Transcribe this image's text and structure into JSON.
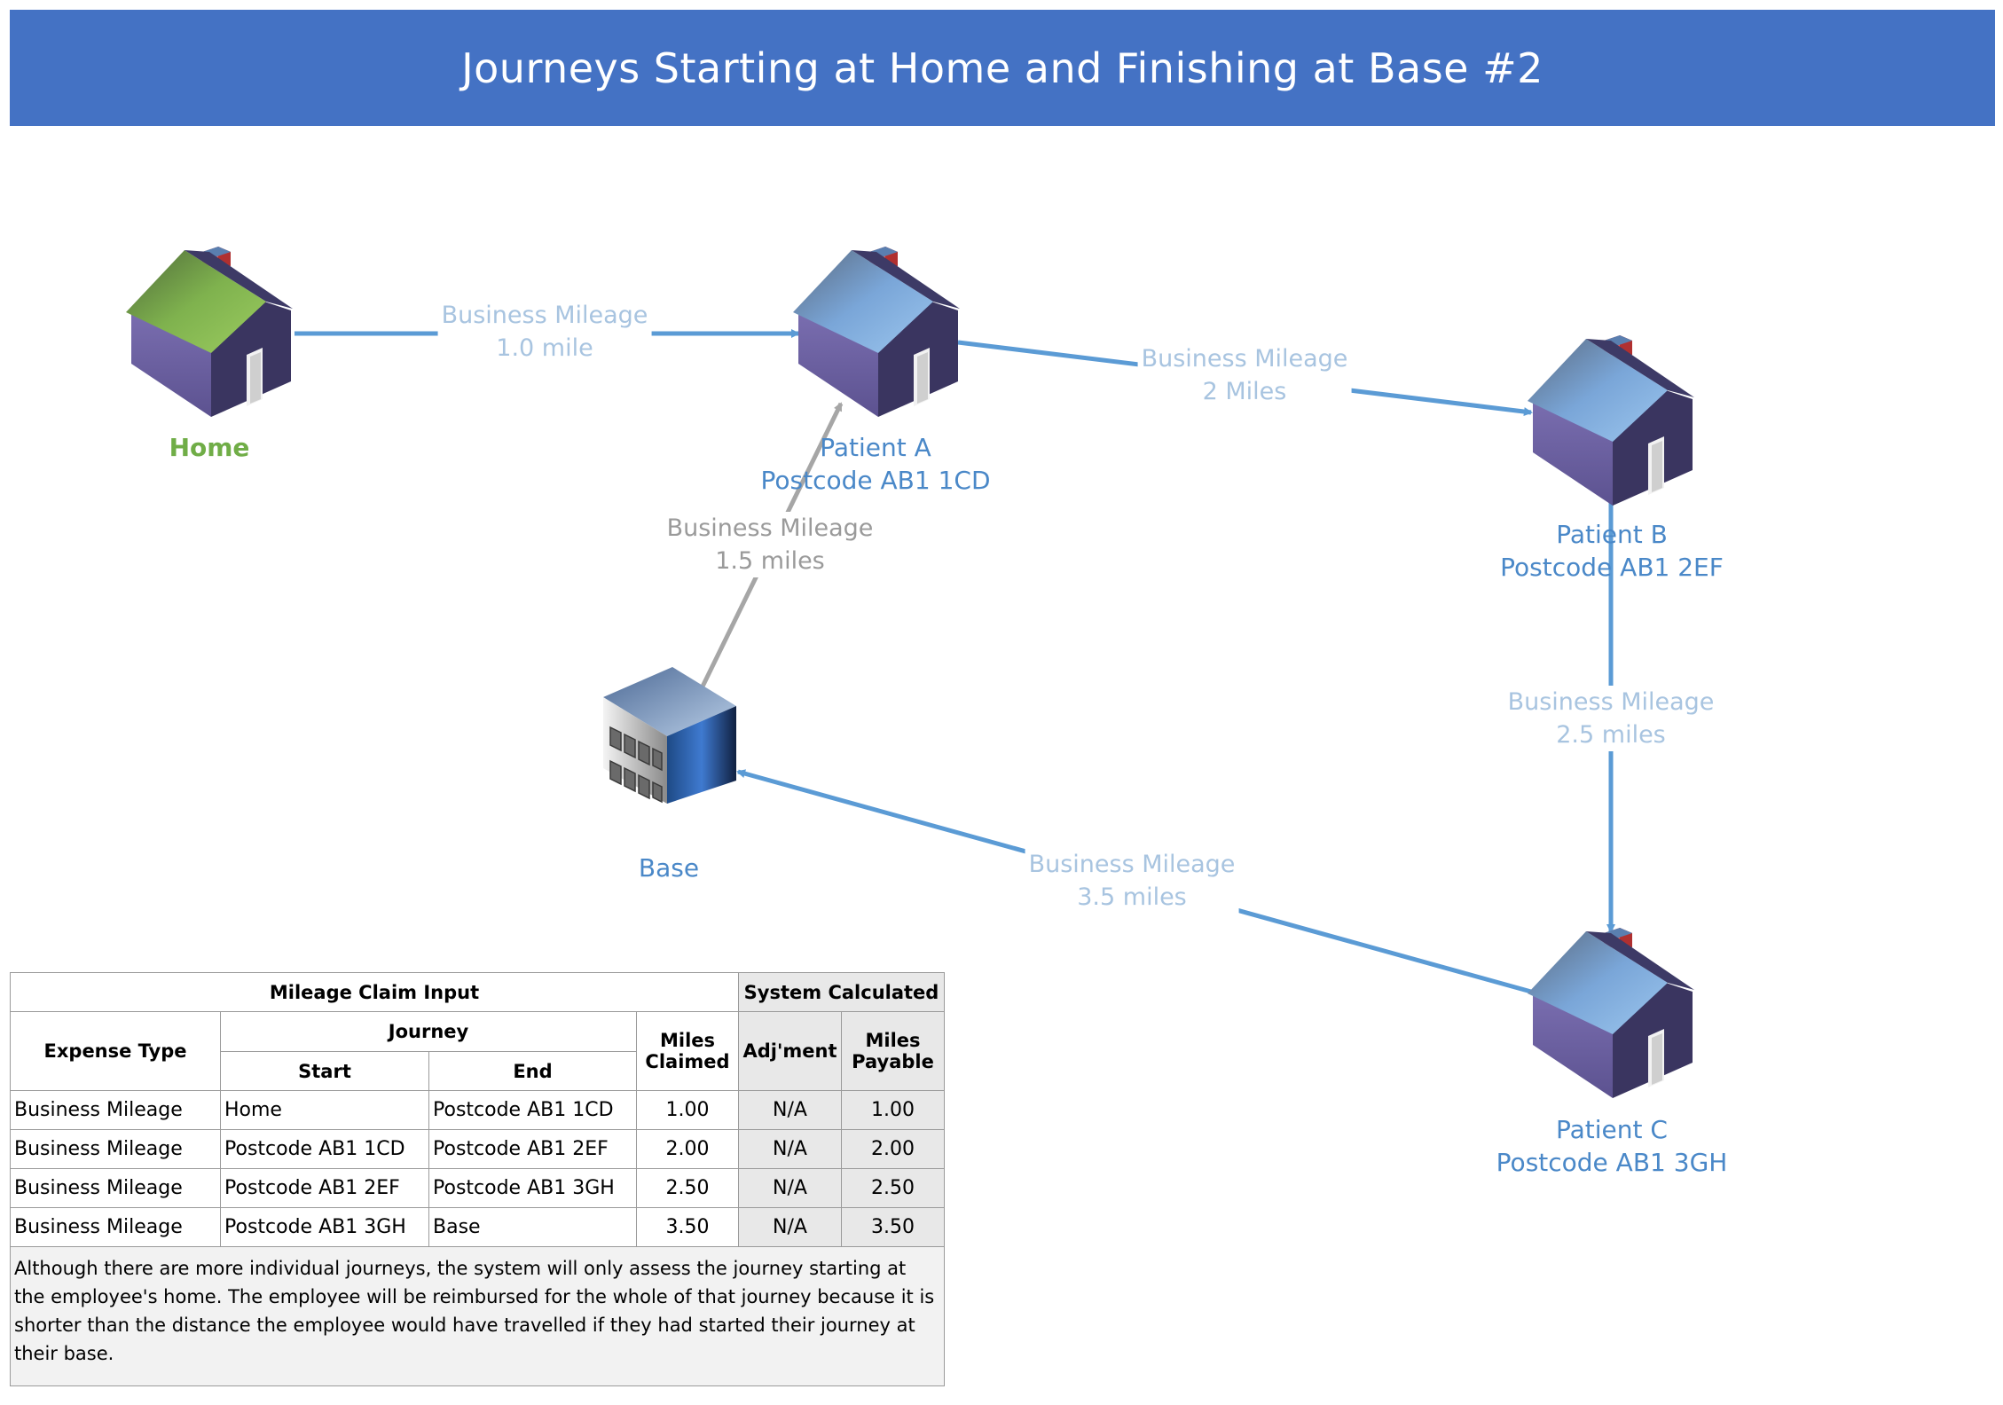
{
  "title": "Journeys Starting at Home and Finishing at Base #2",
  "nodes": {
    "home": "Home",
    "patient_a": {
      "name": "Patient A",
      "postcode": "Postcode AB1 1CD"
    },
    "patient_b": {
      "name": "Patient B",
      "postcode": "Postcode AB1 2EF"
    },
    "patient_c": {
      "name": "Patient C",
      "postcode": "Postcode AB1 3GH"
    },
    "base": "Base"
  },
  "edges": [
    {
      "label": "Business Mileage",
      "distance": "1.0 mile"
    },
    {
      "label": "Business Mileage",
      "distance": "2 Miles"
    },
    {
      "label": "Business Mileage",
      "distance": "2.5 miles"
    },
    {
      "label": "Business Mileage",
      "distance": "3.5 miles"
    },
    {
      "label": "Business Mileage",
      "distance": "1.5 miles"
    }
  ],
  "colors": {
    "banner": "#4472c4",
    "arrow": "#5b9bd5",
    "arrow_grey": "#a6a6a6",
    "home_label": "#70ad47",
    "node_label": "#4a88c8"
  },
  "table": {
    "group_input": "Mileage Claim Input",
    "group_calc": "System Calculated",
    "col_expense_type": "Expense Type",
    "col_journey": "Journey",
    "col_start": "Start",
    "col_end": "End",
    "col_miles_claimed": "Miles Claimed",
    "col_adjustment": "Adj'ment",
    "col_miles_payable": "Miles Payable",
    "rows": [
      {
        "expense_type": "Business Mileage",
        "start": "Home",
        "end": "Postcode AB1 1CD",
        "miles_claimed": "1.00",
        "adjustment": "N/A",
        "miles_payable": "1.00"
      },
      {
        "expense_type": "Business Mileage",
        "start": "Postcode AB1 1CD",
        "end": "Postcode AB1 2EF",
        "miles_claimed": "2.00",
        "adjustment": "N/A",
        "miles_payable": "2.00"
      },
      {
        "expense_type": "Business Mileage",
        "start": "Postcode AB1 2EF",
        "end": "Postcode AB1 3GH",
        "miles_claimed": "2.50",
        "adjustment": "N/A",
        "miles_payable": "2.50"
      },
      {
        "expense_type": "Business Mileage",
        "start": "Postcode AB1 3GH",
        "end": "Base",
        "miles_claimed": "3.50",
        "adjustment": "N/A",
        "miles_payable": "3.50"
      }
    ],
    "note": "Although there are more individual journeys, the system will only assess the journey starting at the employee's home.  The employee will be reimbursed for the whole of that journey because it is shorter than the distance the employee would have travelled if they had started their journey at their base."
  }
}
